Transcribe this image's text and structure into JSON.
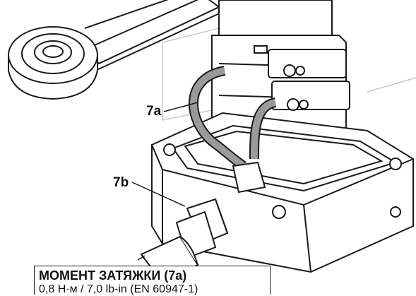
{
  "callouts": {
    "cable_label": "7a",
    "gland_label": "7b"
  },
  "torque_note": {
    "title": "МОМЕНТ ЗАТЯЖКИ (7a)",
    "value": "0,8 Н·м / 7,0 lb-in (EN 60947-1)"
  },
  "colors": {
    "line": "#1a1a1a",
    "cable_fill": "#9a9a9a",
    "housing_fill": "#ffffff",
    "faint_line": "#c8c8c8"
  }
}
